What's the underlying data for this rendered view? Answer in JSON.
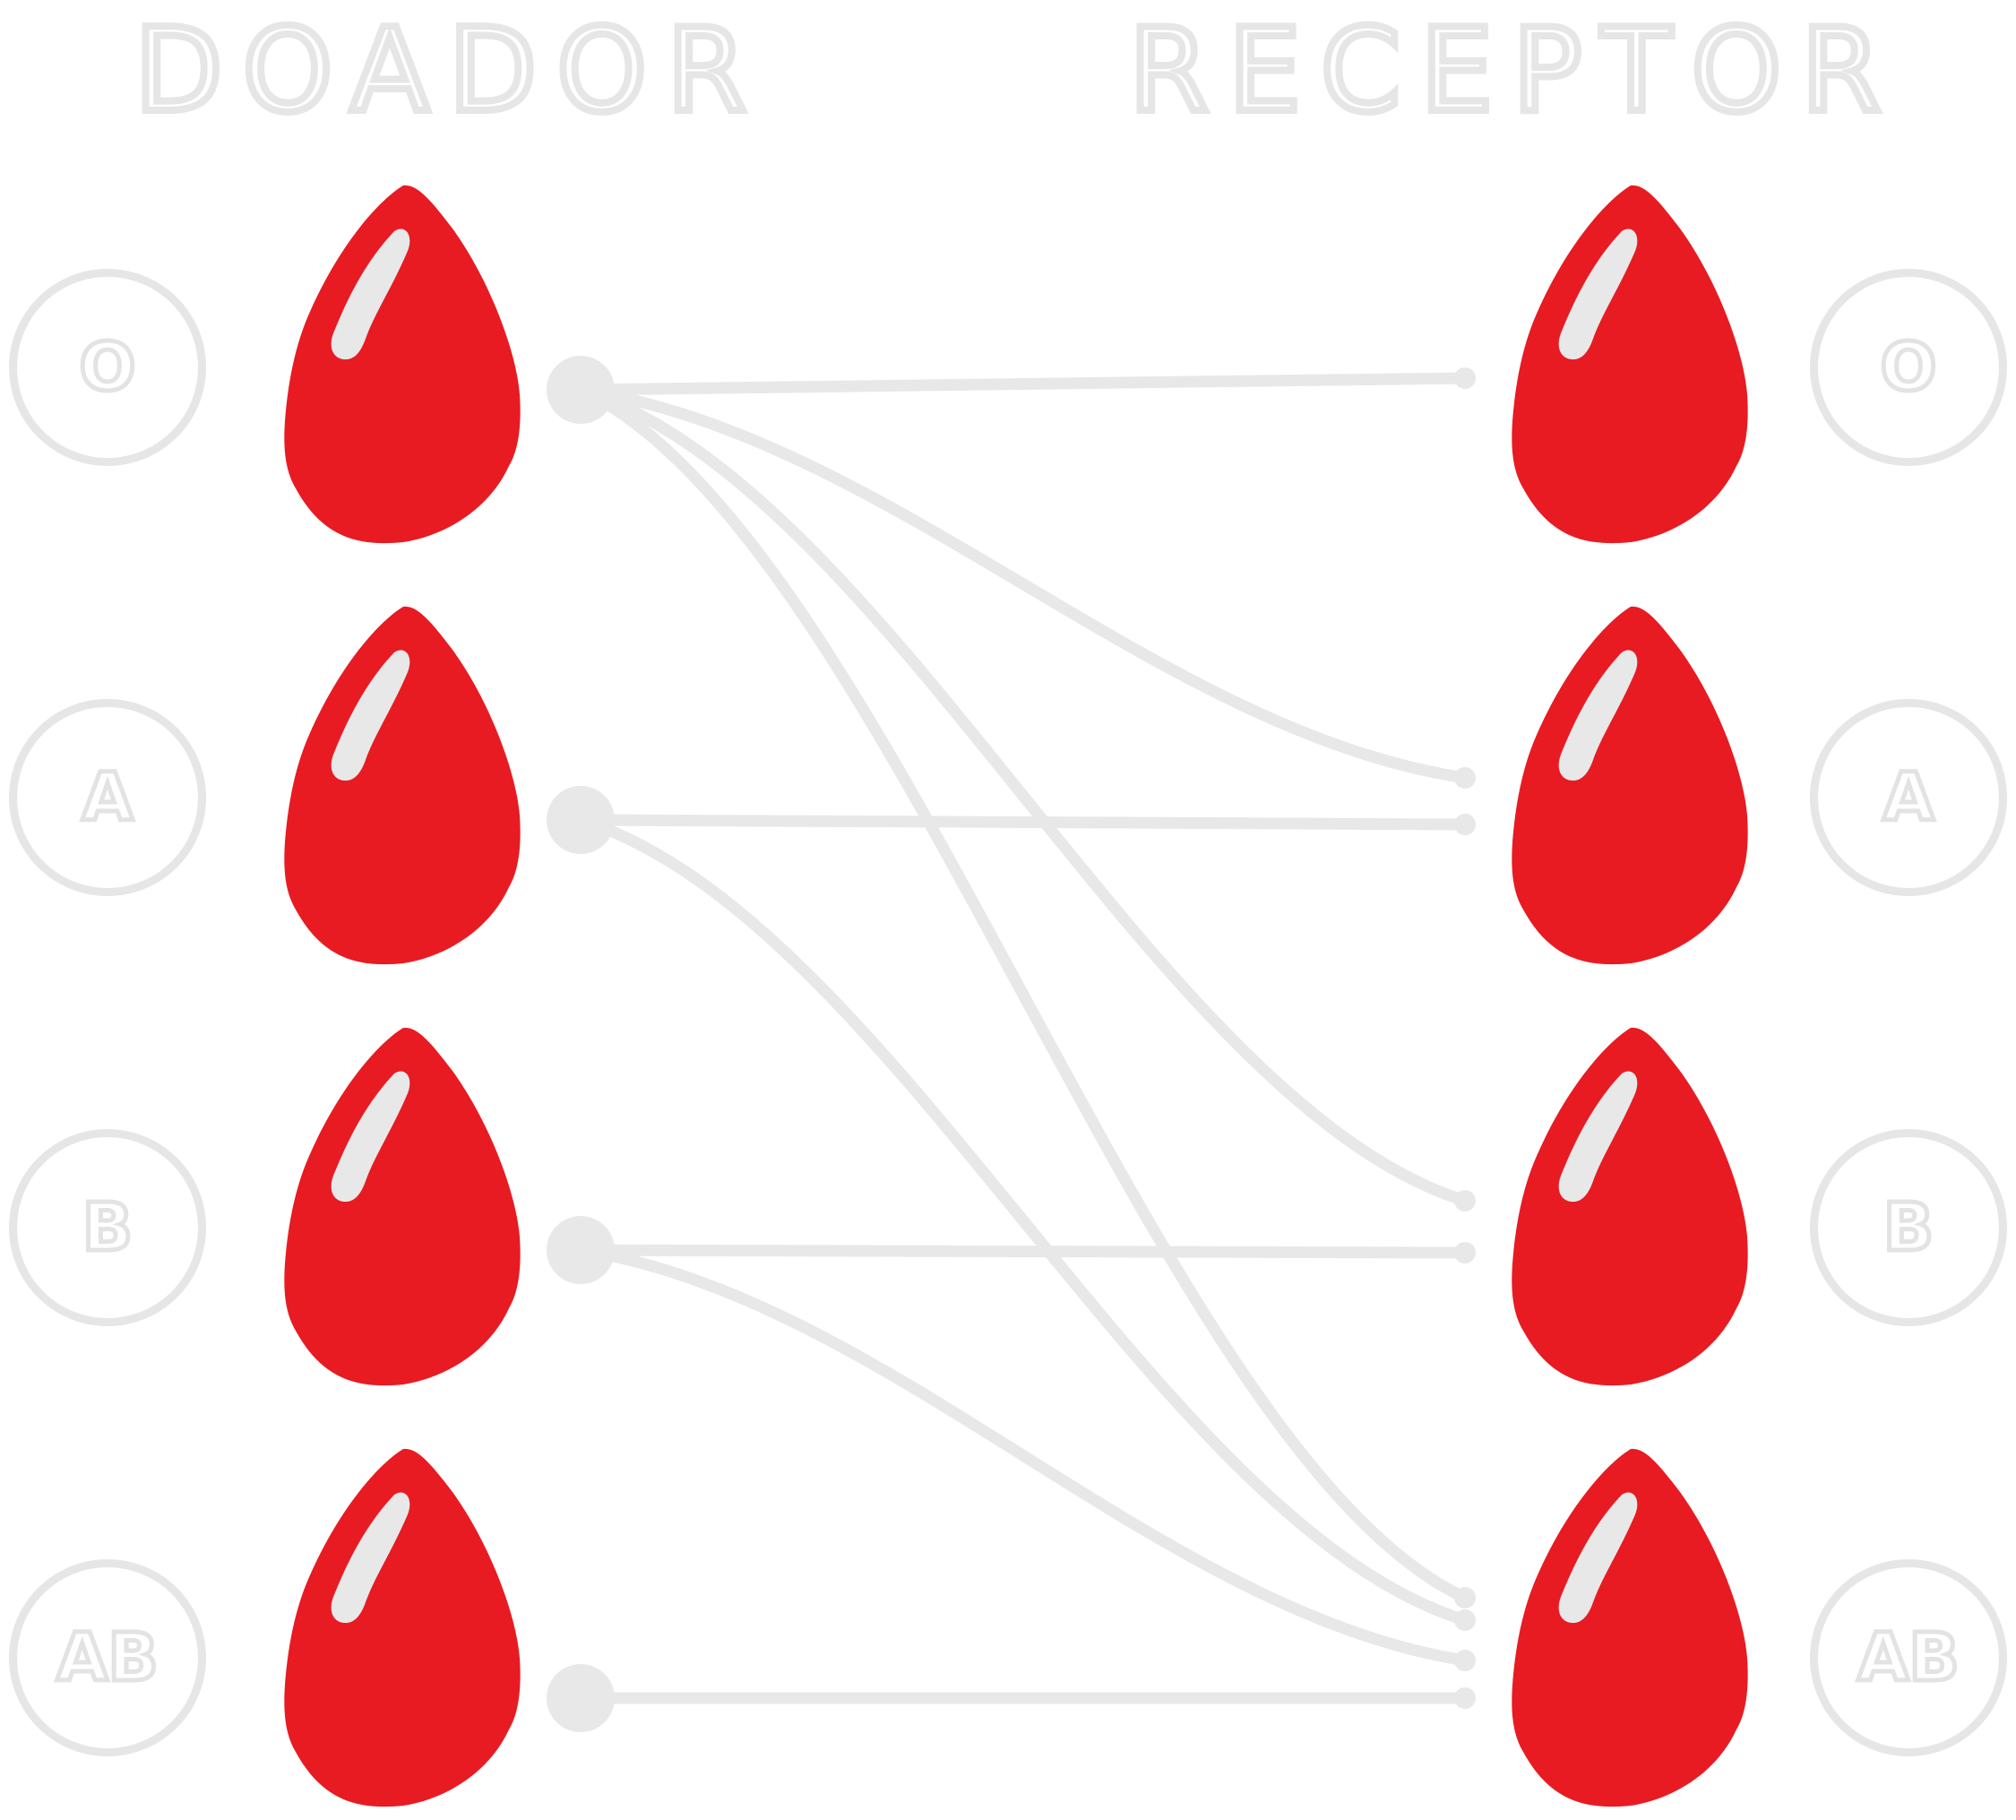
{
  "headers": {
    "donor": "DOADOR",
    "recipient": "RECEPTOR"
  },
  "blood_types": [
    "O",
    "A",
    "B",
    "AB"
  ],
  "colors": {
    "drop": "#e81b22",
    "highlight": "#e8e8e8",
    "line": "#e8e8e8"
  },
  "compatibility": [
    {
      "donor": "O",
      "recipients": [
        "O",
        "A",
        "B",
        "AB"
      ]
    },
    {
      "donor": "A",
      "recipients": [
        "A",
        "AB"
      ]
    },
    {
      "donor": "B",
      "recipients": [
        "B",
        "AB"
      ]
    },
    {
      "donor": "AB",
      "recipients": [
        "AB"
      ]
    }
  ]
}
